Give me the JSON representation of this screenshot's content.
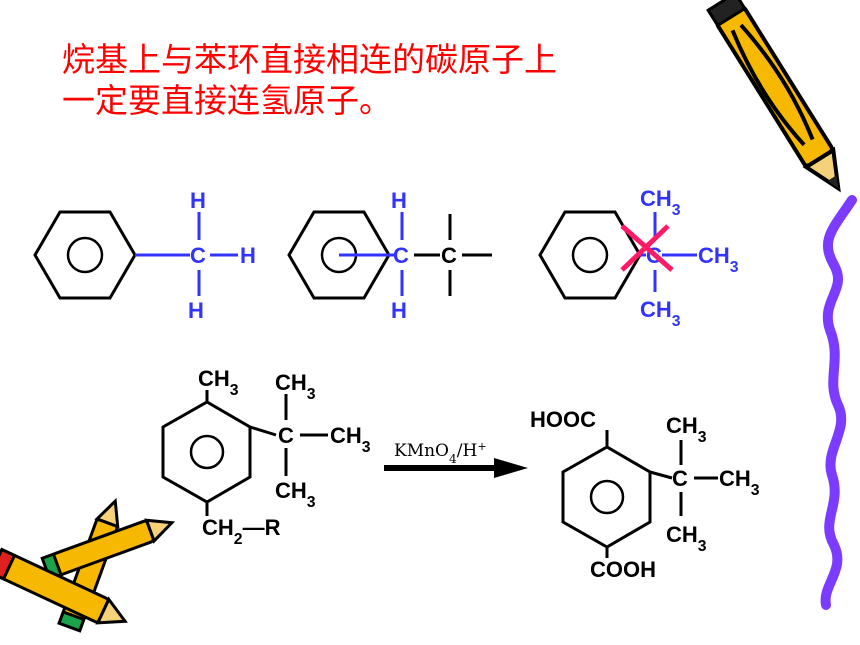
{
  "rule": {
    "line1": "烷基上与苯环直接相连的碳原子上",
    "line2": "一定要直接连氢原子。"
  },
  "colors": {
    "text_red": "#ff0000",
    "bond_blue": "#3333ff",
    "cross_pink": "#ff1a66",
    "black": "#000000",
    "squiggle_purple": "#7b3cff",
    "pencil_yellow": "#f6b800"
  },
  "structures": {
    "s1": {
      "H_top": "H",
      "C": "C",
      "H_right": "H",
      "H_bottom": "H"
    },
    "s2": {
      "H_top": "H",
      "C1": "C",
      "C2": "C",
      "H_bottom": "H"
    },
    "s3": {
      "ch3_top": "CH3",
      "C": "C",
      "ch3_right": "CH3",
      "ch3_bottom": "CH3"
    }
  },
  "reaction": {
    "reactant": {
      "ch3_ring": "CH3",
      "ch3_top": "CH3",
      "C": "C",
      "ch3_right": "CH3",
      "ch3_bottom": "CH3",
      "ch2r": "CH2—R"
    },
    "reagent": "KMnO4/H+",
    "product": {
      "hooc": "HOOC",
      "ch3_top": "CH3",
      "C": "C",
      "ch3_right": "CH3",
      "ch3_bottom": "CH3",
      "cooh": "COOH"
    }
  },
  "decorations": [
    "pencil-icon",
    "pencils-bundle-icon",
    "squiggle-border"
  ]
}
